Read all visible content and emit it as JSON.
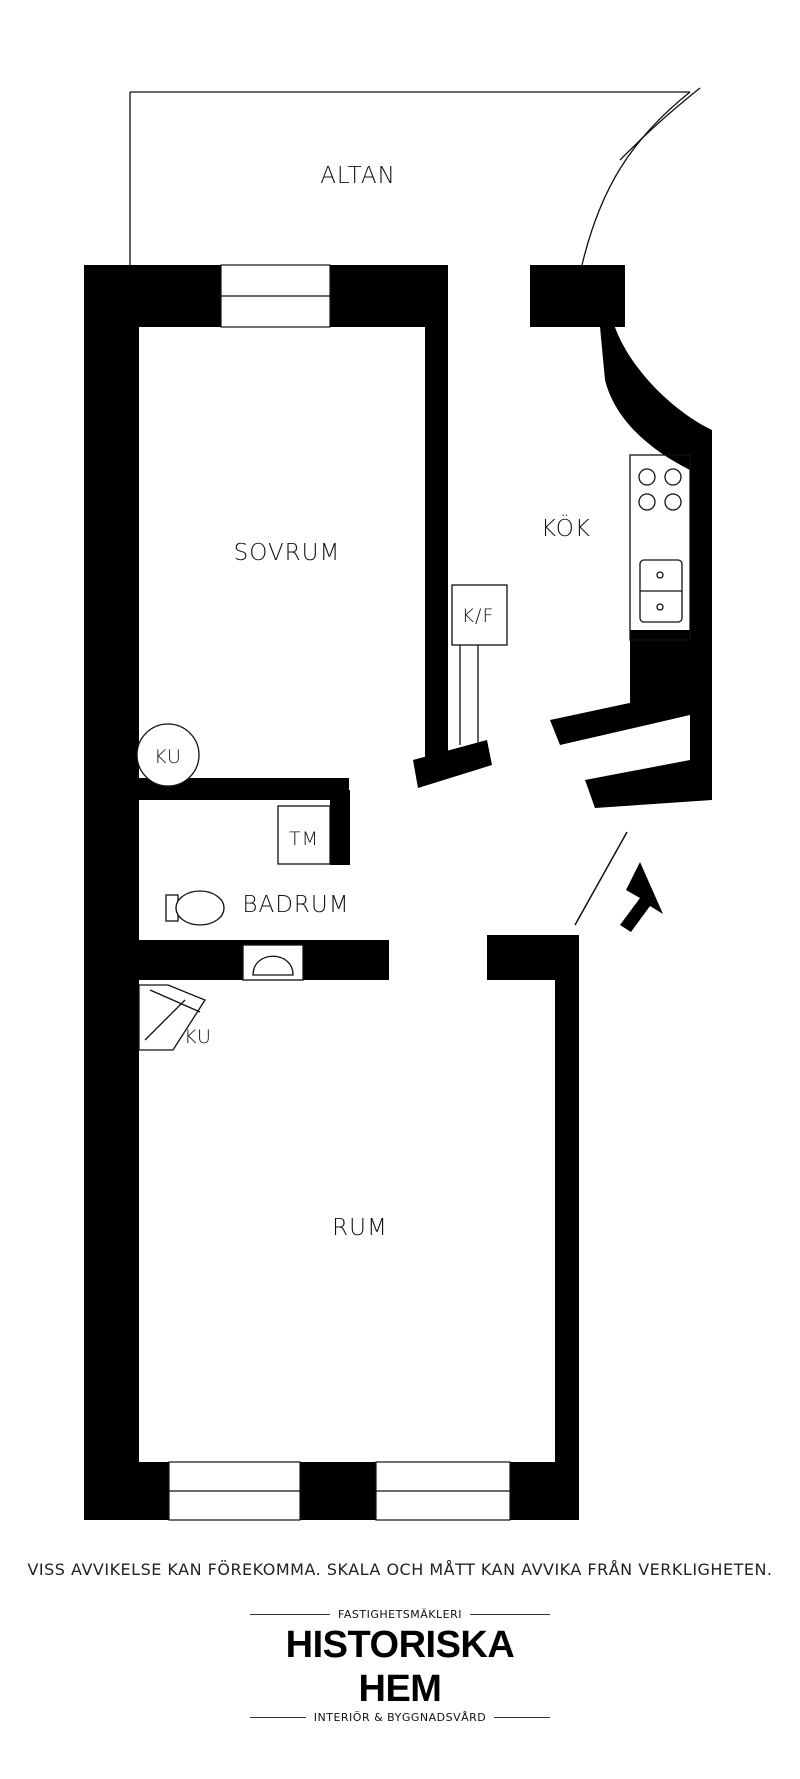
{
  "rooms": {
    "altan": "ALTAN",
    "sovrum": "SOVRUM",
    "kok": "KÖK",
    "kf": "K/F",
    "ku_bedroom": "KU",
    "tm": "TM",
    "badrum": "BADRUM",
    "ku_room": "KU",
    "rum": "RUM"
  },
  "footer": {
    "disclaimer": "VISS AVVIKELSE KAN FÖREKOMMA. SKALA OCH MÅTT KAN AVVIKA FRÅN VERKLIGHETEN.",
    "brand_top": "FASTIGHETSMÄKLERI",
    "brand_name": "HISTORISKA HEM",
    "brand_bottom": "INTERIÖR & BYGGNADSVÅRD"
  },
  "colors": {
    "wall": "#000000",
    "line": "#111111",
    "background": "#ffffff"
  },
  "icons": [
    "entrance-arrow-icon",
    "stove-icon",
    "sink-icon",
    "toilet-icon",
    "washbasin-icon"
  ]
}
